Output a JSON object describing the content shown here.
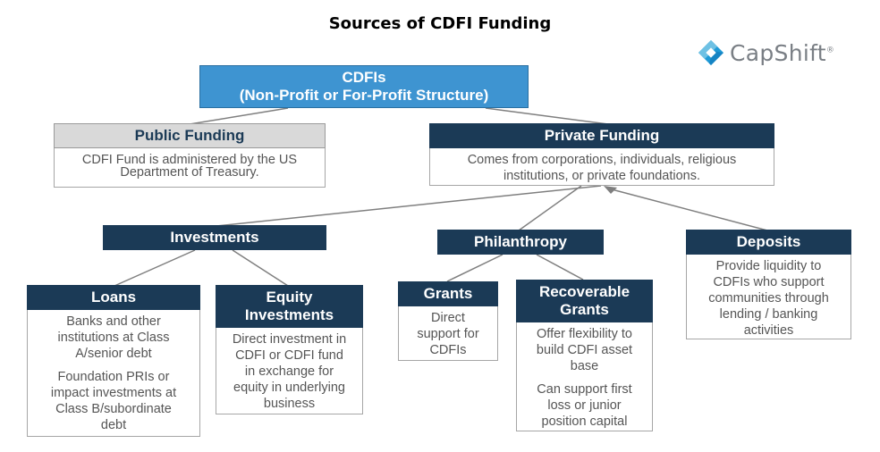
{
  "title": "Sources of CDFI Funding",
  "logo": {
    "name": "CapShift",
    "reg": "®",
    "colors": [
      "#1f9ad6",
      "#6ec1e4"
    ]
  },
  "colors": {
    "navy": "#1b3a56",
    "blue": "#3e94d1",
    "grey": "#d9d9d9",
    "line": "#7f7f7f"
  },
  "root": {
    "line1": "CDFIs",
    "line2": "(Non-Profit or For-Profit Structure)"
  },
  "public_funding": {
    "title": "Public Funding",
    "desc": [
      "CDFI Fund is administered by the US",
      "Department of Treasury."
    ]
  },
  "private_funding": {
    "title": "Private Funding",
    "desc": [
      "Comes from corporations, individuals, religious",
      "institutions, or private foundations."
    ]
  },
  "investments": {
    "title": "Investments"
  },
  "philanthropy": {
    "title": "Philanthropy"
  },
  "deposits": {
    "title": "Deposits",
    "desc": [
      "Provide liquidity to",
      "CDFIs who support",
      "communities through",
      "lending / banking",
      "activities"
    ]
  },
  "loans": {
    "title": "Loans",
    "p1": [
      "Banks and other",
      "institutions at Class",
      "A/senior debt"
    ],
    "p2": [
      "Foundation PRIs or",
      "impact investments at",
      "Class B/subordinate",
      "debt"
    ]
  },
  "equity": {
    "title": [
      "Equity",
      "Investments"
    ],
    "desc": [
      "Direct investment in",
      "CDFI or CDFI fund",
      "in exchange for",
      "equity in underlying",
      "business"
    ]
  },
  "grants": {
    "title": "Grants",
    "desc": [
      "Direct",
      "support for",
      "CDFIs"
    ]
  },
  "recoverable": {
    "title": [
      "Recoverable",
      "Grants"
    ],
    "p1": [
      "Offer flexibility to",
      "build CDFI asset",
      "base"
    ],
    "p2": [
      "Can support first",
      "loss or junior",
      "position capital"
    ]
  }
}
